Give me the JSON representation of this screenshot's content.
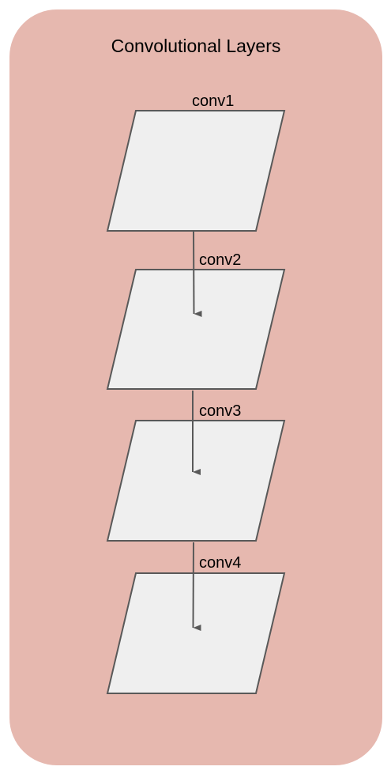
{
  "colors": {
    "container_fill": "#e6b8af",
    "layer_fill": "#efefef",
    "stroke": "#595959"
  },
  "container": {
    "title": "Convolutional Layers"
  },
  "layers": [
    {
      "label": "conv1"
    },
    {
      "label": "conv2"
    },
    {
      "label": "conv3"
    },
    {
      "label": "conv4"
    }
  ]
}
